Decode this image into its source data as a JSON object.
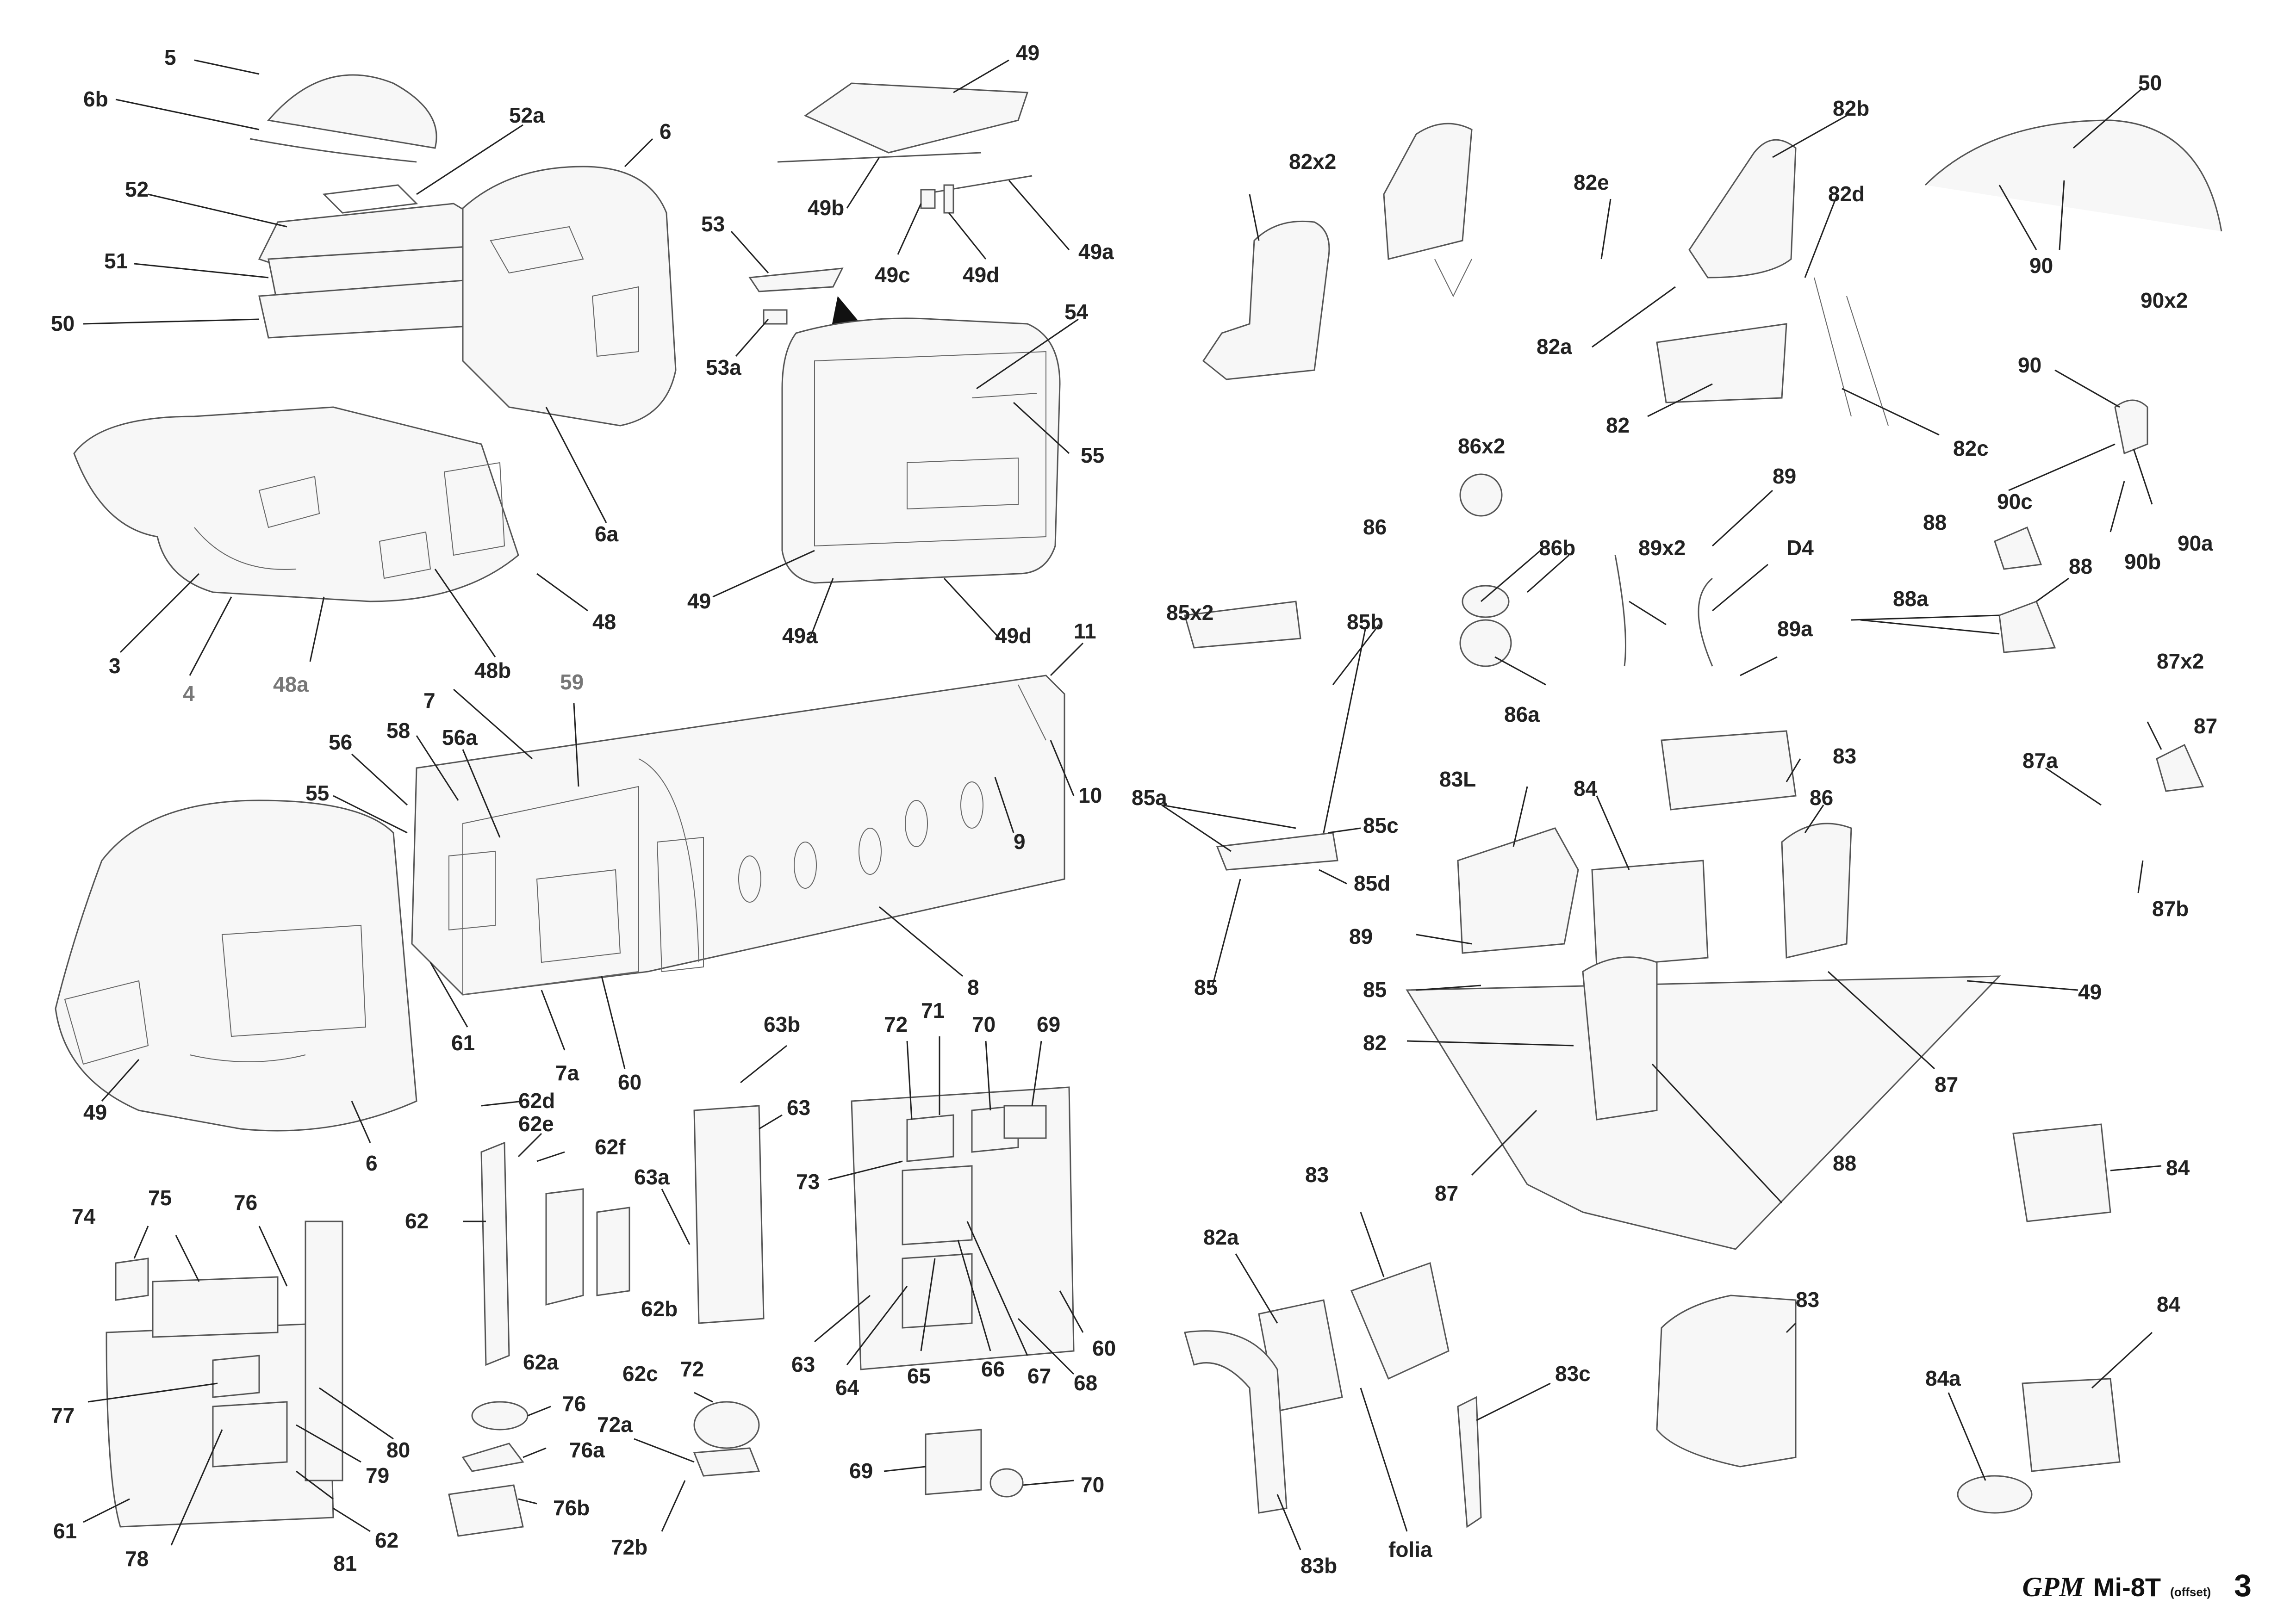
{
  "footer": {
    "brand": "GPM",
    "model": "Mi-8T",
    "edition": "(offset)",
    "page_number": "3"
  },
  "groups": {
    "cockpit_shell": [
      "5",
      "6b",
      "52a",
      "52",
      "6",
      "51",
      "50",
      "3",
      "4",
      "48a",
      "48b",
      "48",
      "6a"
    ],
    "top_console": [
      "49",
      "49b",
      "49a",
      "49c",
      "49d",
      "53",
      "53a",
      "54",
      "55"
    ],
    "fuselage": [
      "7",
      "11",
      "59",
      "58",
      "56",
      "56a",
      "55",
      "10",
      "9",
      "8",
      "61",
      "7a",
      "60",
      "49",
      "6"
    ],
    "equipment_racks": [
      "62d",
      "62e",
      "62f",
      "62",
      "62a",
      "62b",
      "62c",
      "63a",
      "63b",
      "63",
      "72",
      "71",
      "70",
      "69",
      "73",
      "64",
      "65",
      "66",
      "67",
      "68",
      "60",
      "74",
      "75",
      "76",
      "77",
      "80",
      "79",
      "78",
      "81",
      "61",
      "62",
      "72a",
      "76a",
      "76b",
      "72b",
      "69",
      "70"
    ],
    "seats": [
      "82x2",
      "82e",
      "82b",
      "82d",
      "82a",
      "82",
      "82c",
      "50",
      "90",
      "90x2",
      "90c",
      "90a",
      "90b"
    ],
    "controls": [
      "86x2",
      "86",
      "86b",
      "86a",
      "89",
      "89x2",
      "D4",
      "89a",
      "88",
      "88a",
      "87x2",
      "87",
      "87a",
      "87b",
      "85x2",
      "85b",
      "85a",
      "85c",
      "85d",
      "85"
    ],
    "cockpit_floor": [
      "83L",
      "84",
      "83",
      "86",
      "89",
      "85",
      "82",
      "49",
      "87",
      "88"
    ],
    "panels": [
      "83",
      "82a",
      "83b",
      "folia",
      "83c",
      "84",
      "84a"
    ]
  }
}
